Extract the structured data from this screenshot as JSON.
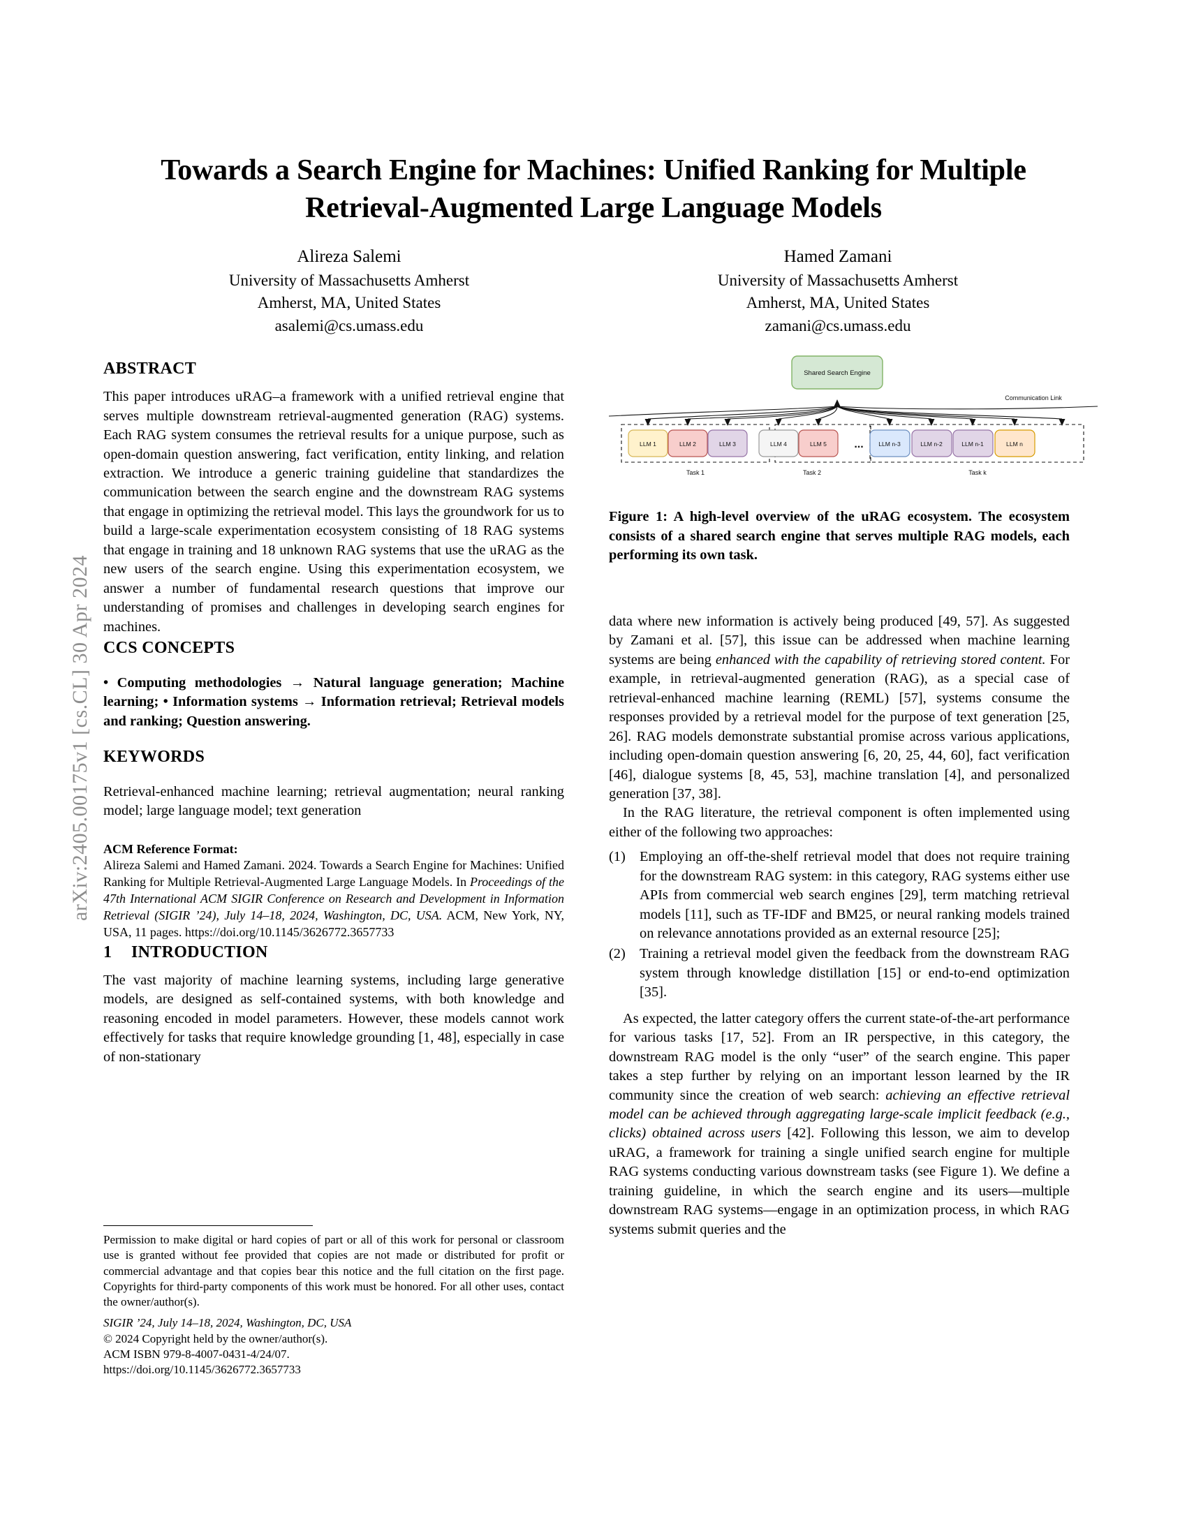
{
  "arxiv_stamp": "arXiv:2405.00175v1  [cs.CL]  30 Apr 2024",
  "title": "Towards a Search Engine for Machines: Unified Ranking for Multiple Retrieval-Augmented Large Language Models",
  "authors": [
    {
      "name": "Alireza Salemi",
      "affiliation": "University of Massachusetts Amherst",
      "location": "Amherst, MA, United States",
      "email": "asalemi@cs.umass.edu"
    },
    {
      "name": "Hamed Zamani",
      "affiliation": "University of Massachusetts Amherst",
      "location": "Amherst, MA, United States",
      "email": "zamani@cs.umass.edu"
    }
  ],
  "sections": {
    "abstract_heading": "ABSTRACT",
    "abstract_body": "This paper introduces uRAG–a framework with a unified retrieval engine that serves multiple downstream retrieval-augmented generation (RAG) systems. Each RAG system consumes the retrieval results for a unique purpose, such as open-domain question answering, fact verification, entity linking, and relation extraction. We introduce a generic training guideline that standardizes the communication between the search engine and the downstream RAG systems that engage in optimizing the retrieval model. This lays the groundwork for us to build a large-scale experimentation ecosystem consisting of 18 RAG systems that engage in training and 18 unknown RAG systems that use the uRAG as the new users of the search engine. Using this experimentation ecosystem, we answer a number of fundamental research questions that improve our understanding of promises and challenges in developing search engines for machines.",
    "ccs_heading": "CCS CONCEPTS",
    "ccs_body": "• Computing methodologies → Natural language generation; Machine learning; • Information systems → Information retrieval; Retrieval models and ranking; Question answering.",
    "keywords_heading": "KEYWORDS",
    "keywords_body": "Retrieval-enhanced machine learning; retrieval augmentation; neural ranking model; large language model; text generation",
    "acm_ref_heading": "ACM Reference Format:",
    "acm_ref_part1": "Alireza Salemi and Hamed Zamani. 2024. Towards a Search Engine for Machines: Unified Ranking for Multiple Retrieval-Augmented Large Language Models. In ",
    "acm_ref_italic": "Proceedings of the 47th International ACM SIGIR Conference on Research and Development in Information Retrieval (SIGIR ’24), July 14–18, 2024, Washington, DC, USA.",
    "acm_ref_part2": " ACM, New York, NY, USA, 11 pages. https://doi.org/10.1145/3626772.3657733",
    "intro_number": "1",
    "intro_heading": "INTRODUCTION",
    "intro_p1": "The vast majority of machine learning systems, including large generative models, are designed as self-contained systems, with both knowledge and reasoning encoded in model parameters. However, these models cannot work effectively for tasks that require knowledge grounding [1, 48], especially in case of non-stationary"
  },
  "footnote": {
    "permission": "Permission to make digital or hard copies of part or all of this work for personal or classroom use is granted without fee provided that copies are not made or distributed for profit or commercial advantage and that copies bear this notice and the full citation on the first page. Copyrights for third-party components of this work must be honored. For all other uses, contact the owner/author(s).",
    "venue": "SIGIR ’24, July 14–18, 2024, Washington, DC, USA",
    "copyright": "© 2024 Copyright held by the owner/author(s).",
    "isbn": "ACM ISBN 979-8-4007-0431-4/24/07.",
    "doi": "https://doi.org/10.1145/3626772.3657733"
  },
  "figure": {
    "caption_label": "Figure 1:",
    "caption_text": " A high-level overview of the uRAG ecosystem. The ecosystem consists of a shared search engine that serves multiple RAG models, each performing its own task.",
    "shared_engine_label": "Shared Search Engine",
    "communication_link_label": "Communication Link",
    "ellipsis": "...",
    "colors": {
      "engine_fill": "#d5e8d4",
      "engine_stroke": "#82b366",
      "yellow_fill": "#fff2cc",
      "yellow_stroke": "#d6b656",
      "red_fill": "#f8cecc",
      "red_stroke": "#b85450",
      "purple_fill": "#e1d5e7",
      "purple_stroke": "#9673a6",
      "gray_fill": "#f5f5f5",
      "gray_stroke": "#999999",
      "blue_fill": "#dae8fc",
      "blue_stroke": "#6c8ebf",
      "orange_fill": "#ffe6cc",
      "orange_stroke": "#d79b00"
    },
    "groups": [
      {
        "task_label": "Task 1",
        "nodes": [
          {
            "label": "LLM 1",
            "color": "yellow"
          },
          {
            "label": "LLM 2",
            "color": "red"
          },
          {
            "label": "LLM 3",
            "color": "purple"
          }
        ]
      },
      {
        "task_label": "Task 2",
        "nodes": [
          {
            "label": "LLM 4",
            "color": "gray"
          },
          {
            "label": "LLM 5",
            "color": "red"
          }
        ]
      },
      {
        "task_label": "Task k",
        "nodes": [
          {
            "label": "LLM n-3",
            "color": "blue"
          },
          {
            "label": "LLM n-2",
            "color": "purple"
          },
          {
            "label": "LLM n-1",
            "color": "purple"
          },
          {
            "label": "LLM n",
            "color": "orange"
          }
        ]
      }
    ]
  },
  "right_column": {
    "p1": "data where new information is actively being produced [49, 57]. As suggested by Zamani et al. [57], this issue can be addressed when machine learning systems are being ",
    "p1_italic": "enhanced with the capability of retrieving stored content.",
    "p1_cont": " For example, in retrieval-augmented generation (RAG), as a special case of retrieval-enhanced machine learning (REML) [57], systems consume the responses provided by a retrieval model for the purpose of text generation [25, 26]. RAG models demonstrate substantial promise across various applications, including open-domain question answering [6, 20, 25, 44, 60], fact verification [46], dialogue systems [8, 45, 53], machine translation [4], and personalized generation [37, 38].",
    "p2": "In the RAG literature, the retrieval component is often implemented using either of the following two approaches:",
    "list": [
      {
        "marker": "(1)",
        "text": "Employing an off-the-shelf retrieval model that does not require training for the downstream RAG system: in this category, RAG systems either use APIs from commercial web search engines [29], term matching retrieval models [11], such as TF-IDF and BM25, or neural ranking models trained on relevance annotations provided as an external resource [25];"
      },
      {
        "marker": "(2)",
        "text": "Training a retrieval model given the feedback from the downstream RAG system through knowledge distillation [15] or end-to-end optimization [35]."
      }
    ],
    "p3": "As expected, the latter category offers the current state-of-the-art performance for various tasks [17, 52]. From an IR perspective, in this category, the downstream RAG model is the only “user” of the search engine. This paper takes a step further by relying on an important lesson learned by the IR community since the creation of web search: ",
    "p3_italic": "achieving an effective retrieval model can be achieved through aggregating large-scale implicit feedback (e.g., clicks) obtained across users",
    "p3_cont": " [42]. Following this lesson, we aim to develop uRAG, a framework for training a single unified search engine for multiple RAG systems conducting various downstream tasks (see Figure 1). We define a training guideline, in which the search engine and its users—multiple downstream RAG systems—engage in an optimization process, in which RAG systems submit queries and the"
  }
}
